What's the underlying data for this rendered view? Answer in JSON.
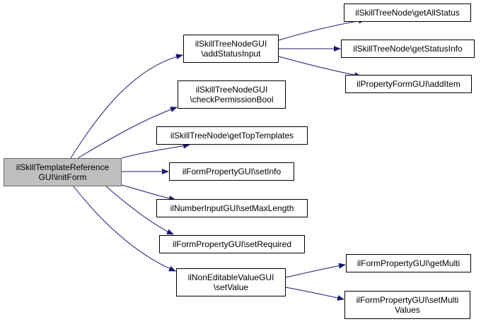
{
  "colors": {
    "edge": "#191970",
    "node_border": "#000000",
    "root_fill": "#bfbfbf"
  },
  "nodes": {
    "root": {
      "lines": [
        "ilSkillTemplateReference",
        "GUI\\initForm"
      ]
    },
    "addStatusInput": {
      "lines": [
        "ilSkillTreeNodeGUI",
        "\\addStatusInput"
      ]
    },
    "checkPermission": {
      "lines": [
        "ilSkillTreeNodeGUI",
        "\\checkPermissionBool"
      ]
    },
    "getTopTemplates": {
      "lines": [
        "ilSkillTreeNode\\getTopTemplates"
      ]
    },
    "setInfo": {
      "lines": [
        "ilFormPropertyGUI\\setInfo"
      ]
    },
    "setMaxLength": {
      "lines": [
        "ilNumberInputGUI\\setMaxLength"
      ]
    },
    "setRequired": {
      "lines": [
        "ilFormPropertyGUI\\setRequired"
      ]
    },
    "setValue": {
      "lines": [
        "ilNonEditableValueGUI",
        "\\setValue"
      ]
    },
    "getAllStatus": {
      "lines": [
        "ilSkillTreeNode\\getAllStatus"
      ]
    },
    "getStatusInfo": {
      "lines": [
        "ilSkillTreeNode\\getStatusInfo"
      ]
    },
    "addItem": {
      "lines": [
        "ilPropertyFormGUI\\addItem"
      ]
    },
    "getMulti": {
      "lines": [
        "ilFormPropertyGUI\\getMulti"
      ]
    },
    "setMultiValues": {
      "lines": [
        "ilFormPropertyGUI\\setMulti",
        "Values"
      ]
    }
  }
}
